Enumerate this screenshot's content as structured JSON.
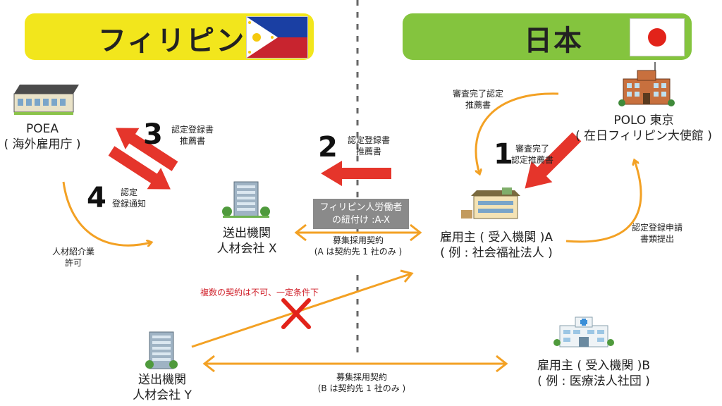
{
  "banners": {
    "philippines": {
      "title": "フィリピン",
      "color": "#f2e61c"
    },
    "japan": {
      "title": "日本",
      "color": "#84c43e"
    }
  },
  "colors": {
    "arrow_orange": "#f3a124",
    "arrow_red": "#e5352b",
    "cross_red": "#e2231a"
  },
  "nodes": {
    "poea": {
      "line1": "POEA",
      "line2": "( 海外雇用庁 )",
      "icon": "factory-building-icon"
    },
    "polo": {
      "line1": "POLO 東京",
      "line2": "( 在日フィリピン大使館 )",
      "icon": "embassy-building-icon"
    },
    "agency_x": {
      "line1": "送出機関",
      "line2": "人材会社 X",
      "icon": "office-tower-icon"
    },
    "agency_y": {
      "line1": "送出機関",
      "line2": "人材会社 Y",
      "icon": "office-tower-icon"
    },
    "employer_a": {
      "line1": "雇用主 ( 受入機関 )A",
      "line2": "( 例 : 社会福祉法人 )",
      "icon": "facility-building-icon"
    },
    "employer_b": {
      "line1": "雇用主 ( 受入機関 )B",
      "line2": "( 例 : 医療法人社団 )",
      "icon": "hospital-icon"
    }
  },
  "steps": [
    {
      "num": "1",
      "line1": "審査完了",
      "line2": "認定推薦書"
    },
    {
      "num": "2",
      "line1": "認定登録書",
      "line2": "推薦書"
    },
    {
      "num": "3",
      "line1": "認定登録書",
      "line2": "推薦書"
    },
    {
      "num": "4",
      "line1": "認定",
      "line2": "登録通知"
    }
  ],
  "labels": {
    "polo_to_employer": {
      "line1": "審査完了認定",
      "line2": "推薦書"
    },
    "employer_to_polo": {
      "line1": "認定登録申請",
      "line2": "書類提出"
    },
    "poea_license": {
      "line1": "人材紹介業",
      "line2": "許可"
    },
    "linkage_box": {
      "line1": "フィリピン人労働者",
      "line2": "の紐付け :A-X"
    },
    "contract_ax": {
      "line1": "募集採用契約",
      "line2": "(A は契約先 1 社のみ )"
    },
    "contract_yb": {
      "line1": "募集採用契約",
      "line2": "(B は契約先 1 社のみ )"
    },
    "not_allowed": "複数の契約は不可、一定条件下"
  }
}
